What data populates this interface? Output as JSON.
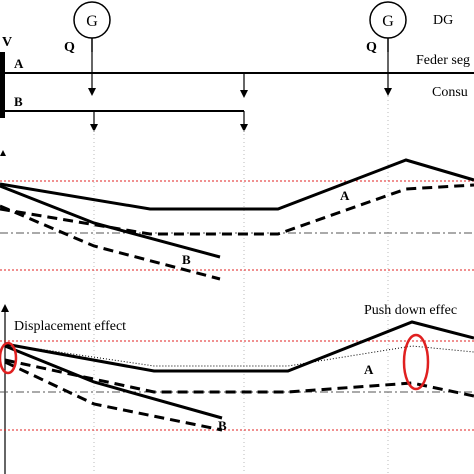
{
  "labels": {
    "v": "V",
    "feeder_a": "A",
    "feeder_b": "B",
    "generator": "G",
    "q_left": "Q",
    "q_right": "Q",
    "dg_label": "DG",
    "feeder_segment_label": "Feder seg",
    "consumer_label": "Consu",
    "top_curve_a": "A",
    "top_curve_b": "B",
    "bottom_curve_a": "A",
    "bottom_curve_b": "B",
    "displacement_effect": "Displacement effect",
    "push_down_effect": "Push down effec"
  },
  "colors": {
    "limit_line": "#e02020",
    "highlight_ellipse": "#e02020",
    "line": "#000000",
    "reference_line": "#555555"
  }
}
